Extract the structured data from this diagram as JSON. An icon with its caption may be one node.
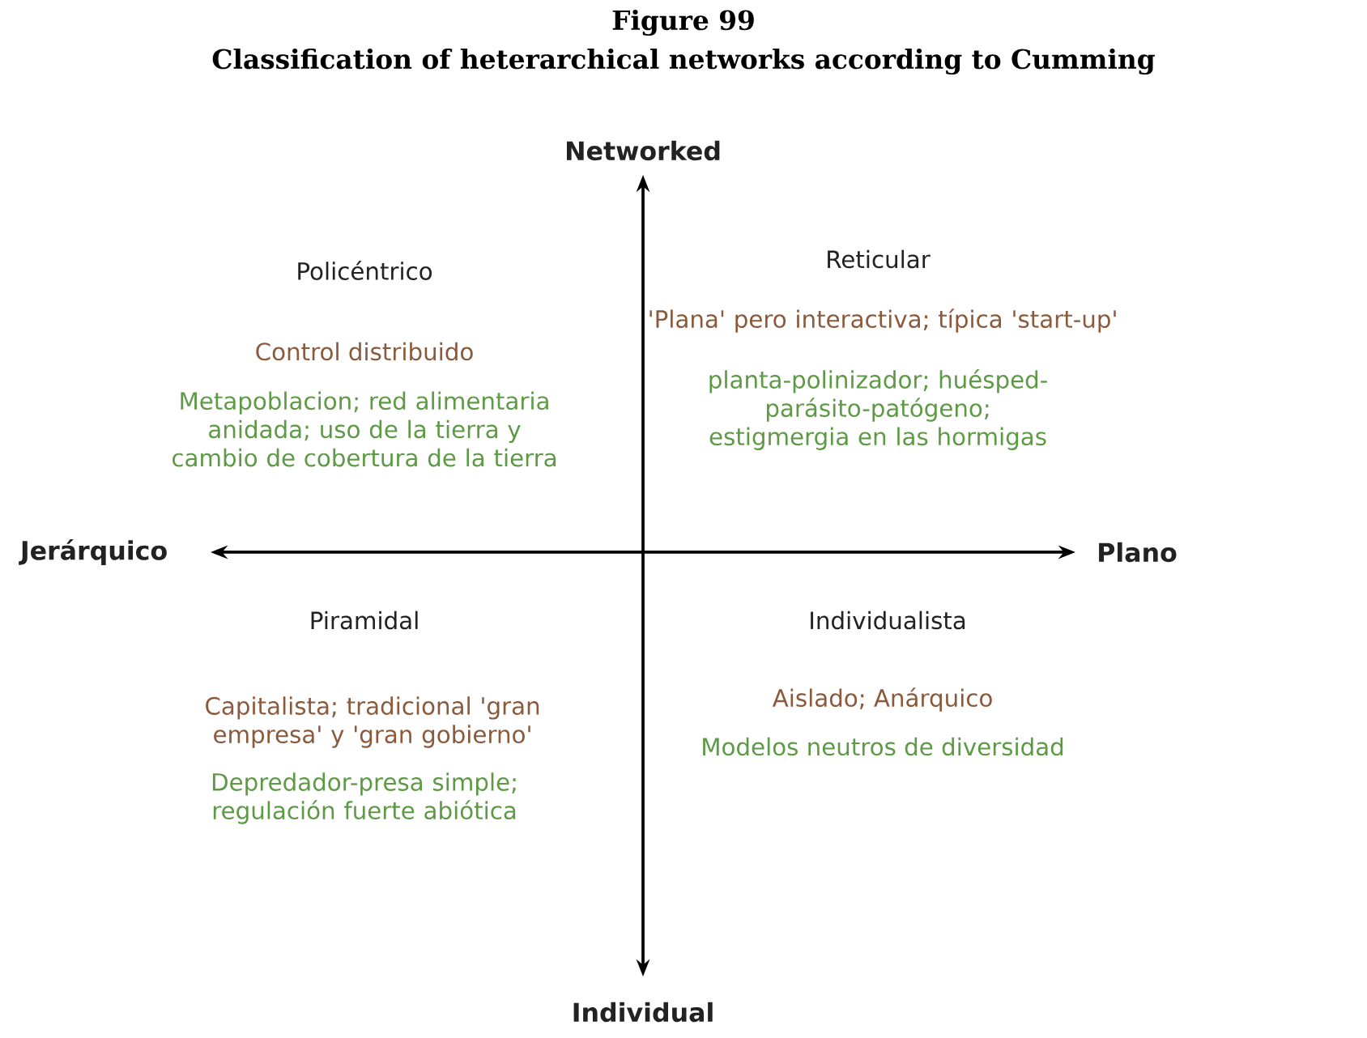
{
  "diagram": {
    "title": "Figure 99",
    "caption": "Classification of heterarchical networks according to Cumming",
    "labels": [
      "Networked",
      "Policéntrico",
      "Control distribuido",
      "Metapoblacion; red alimentaria anidada; uso  de la tierra y cambio de cobertura de la tierra",
      "Reticular",
      "'Plana' pero interactiva; típica 'start-up'",
      "planta-polinizador; huésped-parásito-patógeno; estigmergia en las hormigas",
      "Jerárquico",
      "Plano",
      "Piramidal",
      "Individualista",
      "Capitalista; tradicional 'gran empresa' y 'gran gobierno'",
      "Aislado; Anárquico",
      "Depredador-presa simple; regulación fuerte abiótica",
      "Modelos neutros de diversidad",
      "Individual"
    ]
  }
}
